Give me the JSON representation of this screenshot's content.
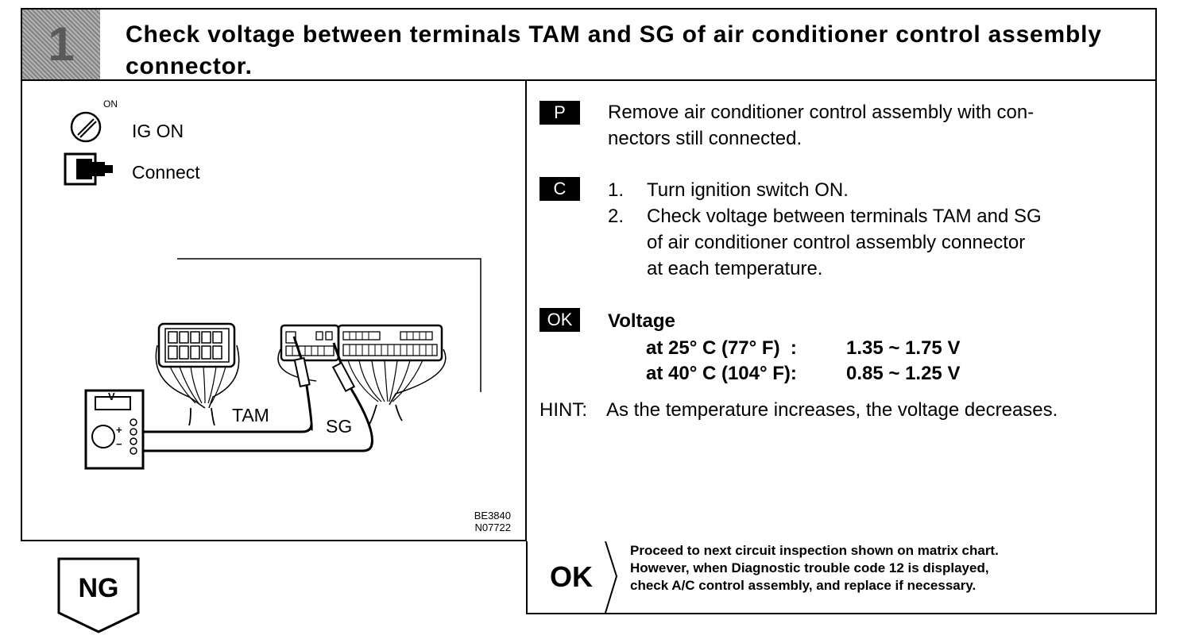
{
  "header": {
    "step_number": "1",
    "title": "Check voltage between terminals TAM and SG of air conditioner control assembly connector."
  },
  "conditions": {
    "switch_mark": "ON",
    "ignition": "IG ON",
    "connector": "Connect"
  },
  "diagram": {
    "meter_label": "V",
    "plus": "+",
    "minus": "−",
    "tam_label": "TAM",
    "sg_label": "SG",
    "figure_codes": [
      "BE3840",
      "N07722"
    ]
  },
  "procedure": {
    "p_badge": "P",
    "p_text_1": "Remove air conditioner control assembly with con-",
    "p_text_2": "nectors still connected.",
    "c_badge": "C",
    "step1_num": "1.",
    "step1": "Turn ignition switch ON.",
    "step2_num": "2.",
    "step2_1": "Check voltage between terminals TAM and SG",
    "step2_2": "of air conditioner control assembly connector",
    "step2_3": "at each temperature.",
    "ok_badge": "OK",
    "voltage_heading": "Voltage",
    "row1_temp": "at 25° C (77° F)  :",
    "row1_val": "1.35 ~ 1.75 V",
    "row2_temp": "at 40° C (104° F):",
    "row2_val": "0.85 ~ 1.25 V",
    "hint_label": "HINT:",
    "hint_text": "As the temperature increases, the voltage decreases."
  },
  "result": {
    "ng_label": "NG",
    "ok_label": "OK",
    "ok_line1": "Proceed to next circuit inspection shown on matrix chart.",
    "ok_line2": "However, when Diagnostic trouble code 12 is displayed,",
    "ok_line3": "check A/C control assembly, and replace if necessary."
  }
}
